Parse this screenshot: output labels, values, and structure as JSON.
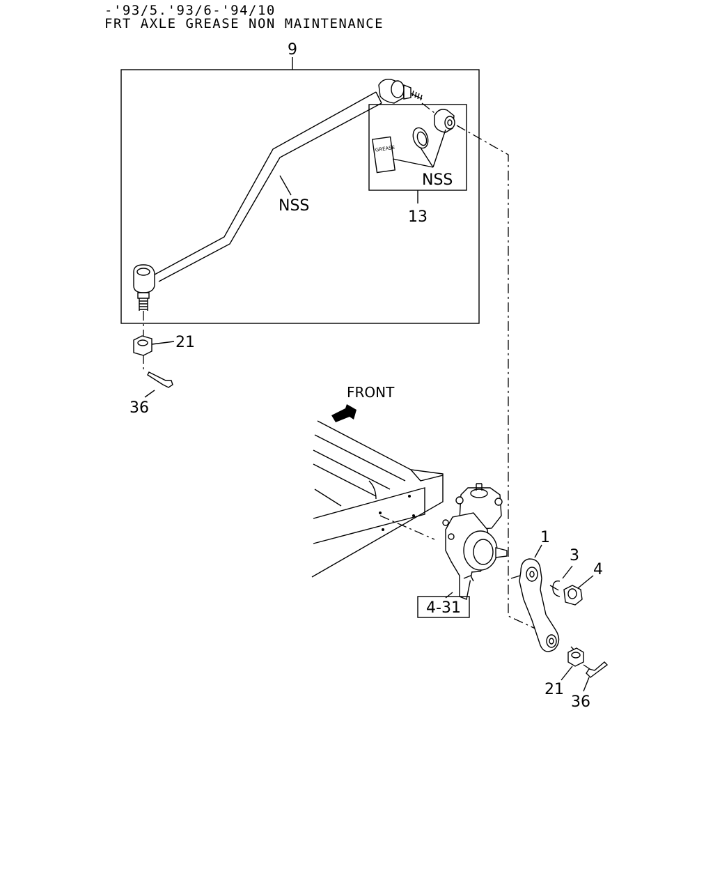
{
  "header": {
    "line1": "-'93/5.'93/6-'94/10",
    "line2": "FRT AXLE GREASE NON MAINTENANCE"
  },
  "labels": {
    "assembly_9": "9",
    "nss_rod": "NSS",
    "nss_kit": "NSS",
    "kit_13": "13",
    "grease_pack": "GREASE",
    "nut_21_top": "21",
    "pin_36_top": "36",
    "front": "FRONT",
    "arm_1": "1",
    "ring_3": "3",
    "nut_4": "4",
    "ref_4_31": "4-31",
    "nut_21_bottom": "21",
    "pin_36_bottom": "36"
  }
}
